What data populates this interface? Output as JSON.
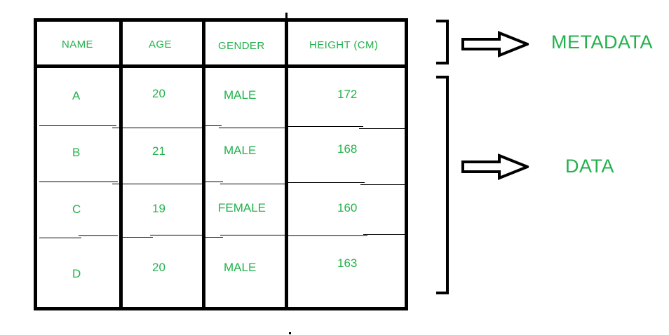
{
  "diagram": {
    "title": "Table metadata vs data annotation diagram",
    "accent_color": "#22b14c",
    "line_color": "#000000",
    "background_color": "#ffffff"
  },
  "table": {
    "columns": [
      "NAME",
      "AGE",
      "GENDER",
      "HEIGHT (CM)"
    ],
    "rows": [
      {
        "name": "A",
        "age": "20",
        "gender": "MALE",
        "height": "172"
      },
      {
        "name": "B",
        "age": "21",
        "gender": "MALE",
        "height": "168"
      },
      {
        "name": "C",
        "age": "19",
        "gender": "FEMALE",
        "height": "160"
      },
      {
        "name": "D",
        "age": "20",
        "gender": "MALE",
        "height": "163"
      }
    ]
  },
  "annotations": [
    {
      "label": "METADATA",
      "icon": "right-arrow-icon",
      "target": "header-row"
    },
    {
      "label": "DATA",
      "icon": "right-arrow-icon",
      "target": "body-rows"
    }
  ]
}
